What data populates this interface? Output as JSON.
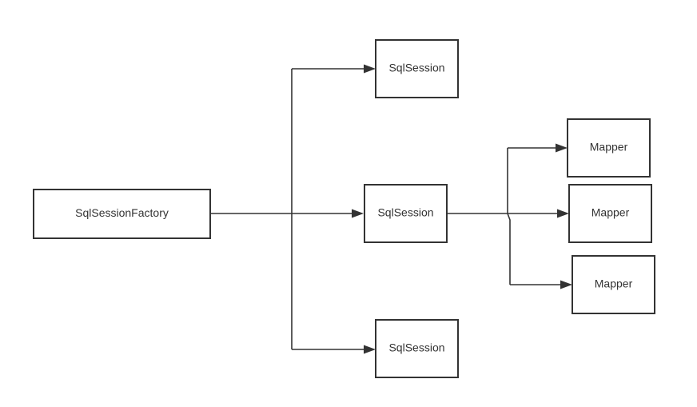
{
  "diagram": {
    "nodes": [
      {
        "id": "factory",
        "label": "SqlSessionFactory"
      },
      {
        "id": "session_top",
        "label": "SqlSession"
      },
      {
        "id": "session_middle",
        "label": "SqlSession"
      },
      {
        "id": "session_bottom",
        "label": "SqlSession"
      },
      {
        "id": "mapper_top",
        "label": "Mapper"
      },
      {
        "id": "mapper_middle",
        "label": "Mapper"
      },
      {
        "id": "mapper_bottom",
        "label": "Mapper"
      }
    ],
    "edges": [
      {
        "from": "factory",
        "to": "session_top"
      },
      {
        "from": "factory",
        "to": "session_middle"
      },
      {
        "from": "factory",
        "to": "session_bottom"
      },
      {
        "from": "session_middle",
        "to": "mapper_top"
      },
      {
        "from": "session_middle",
        "to": "mapper_middle"
      },
      {
        "from": "session_middle",
        "to": "mapper_bottom"
      }
    ],
    "colors": {
      "stroke": "#333333",
      "fill": "#ffffff",
      "text": "#333333"
    }
  }
}
